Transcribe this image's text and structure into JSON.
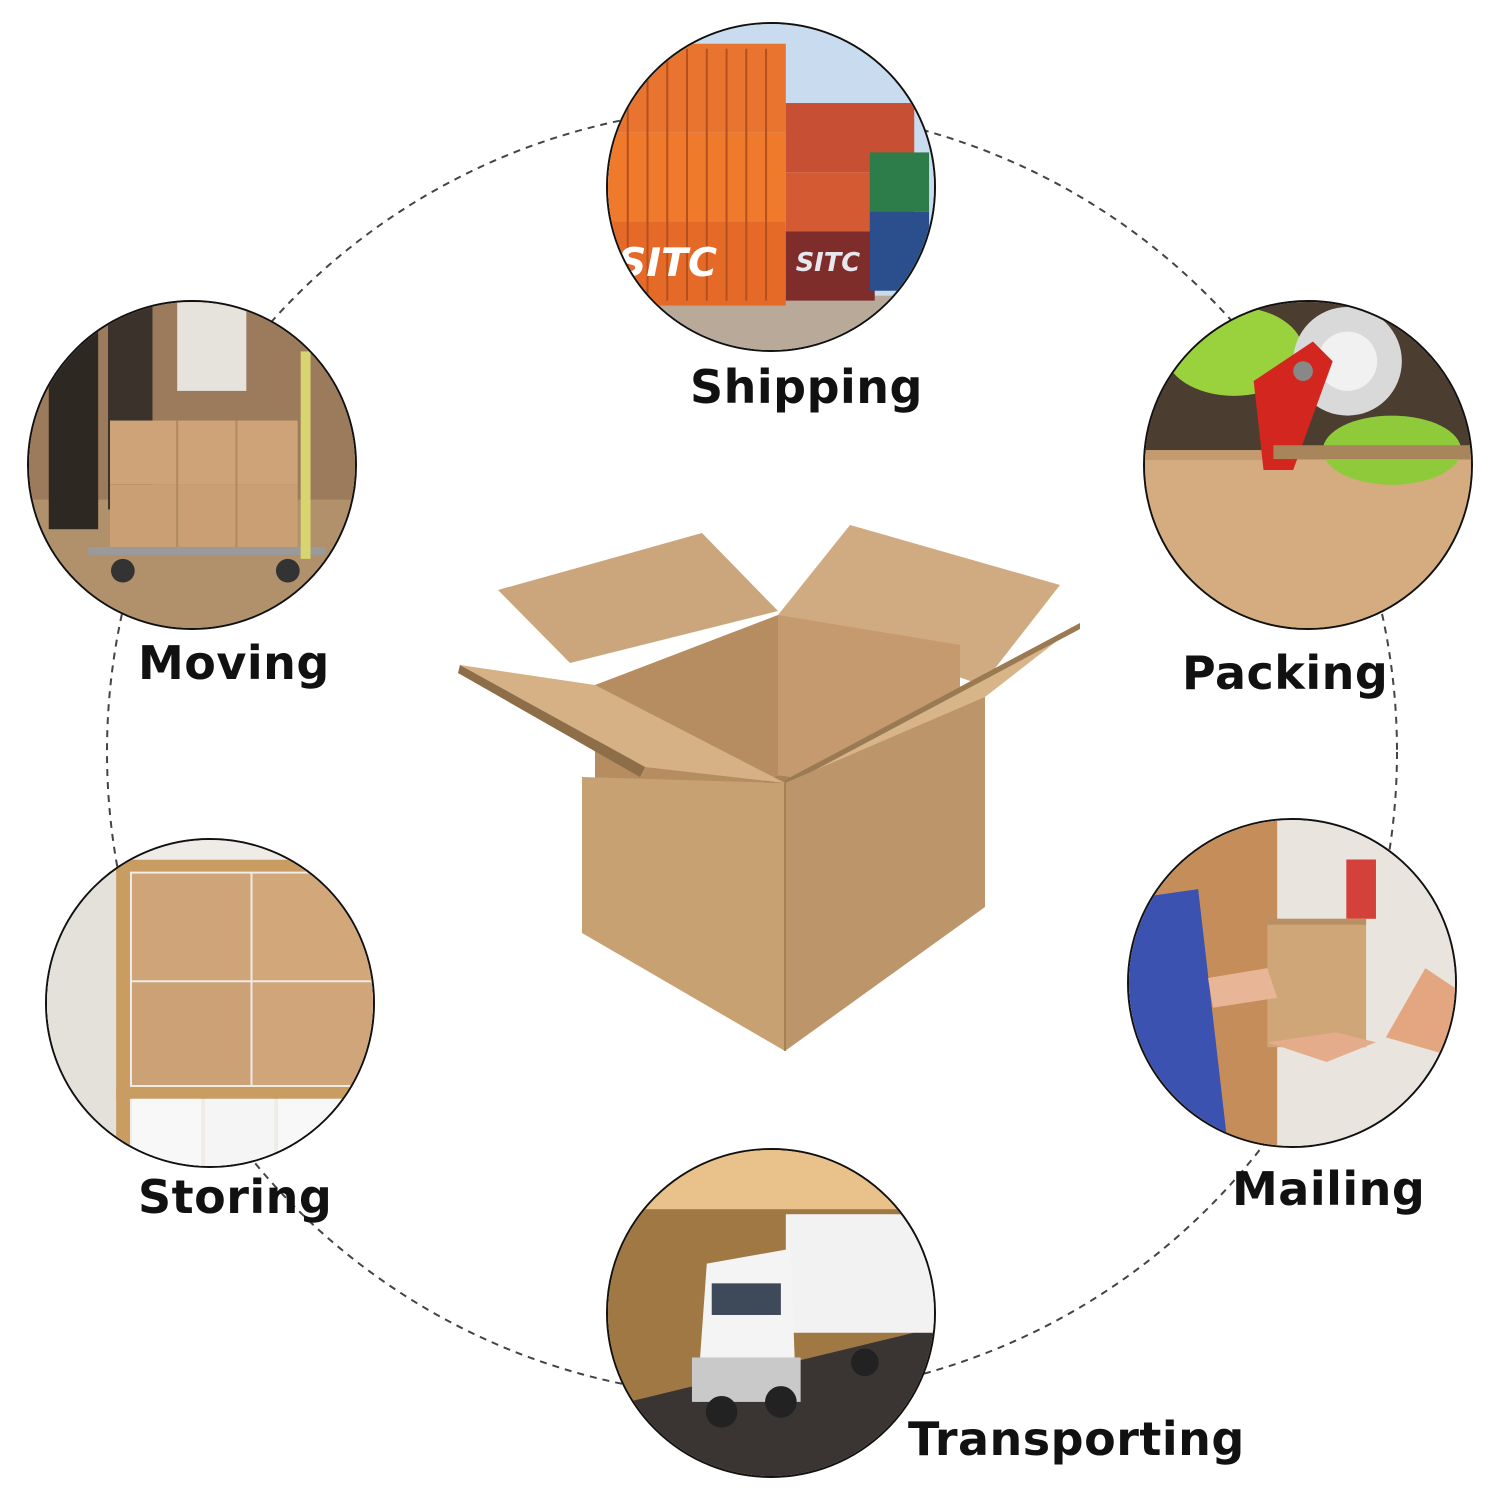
{
  "use_cases": [
    {
      "id": "shipping",
      "label": "Shipping",
      "icon": "shipping-containers-photo",
      "container_text": "SITC"
    },
    {
      "id": "packing",
      "label": "Packing",
      "icon": "tape-dispenser-photo"
    },
    {
      "id": "mailing",
      "label": "Mailing",
      "icon": "handover-box-photo"
    },
    {
      "id": "transporting",
      "label": "Transporting",
      "icon": "semi-truck-photo"
    },
    {
      "id": "storing",
      "label": "Storing",
      "icon": "shelf-boxes-photo"
    },
    {
      "id": "moving",
      "label": "Moving",
      "icon": "hand-truck-photo"
    }
  ],
  "center": {
    "icon": "open-cardboard-box"
  },
  "colors": {
    "cardboard": "#c9a57a",
    "cardboard_dark": "#b08a5d",
    "outline": "#111111",
    "dash": "#444444"
  }
}
